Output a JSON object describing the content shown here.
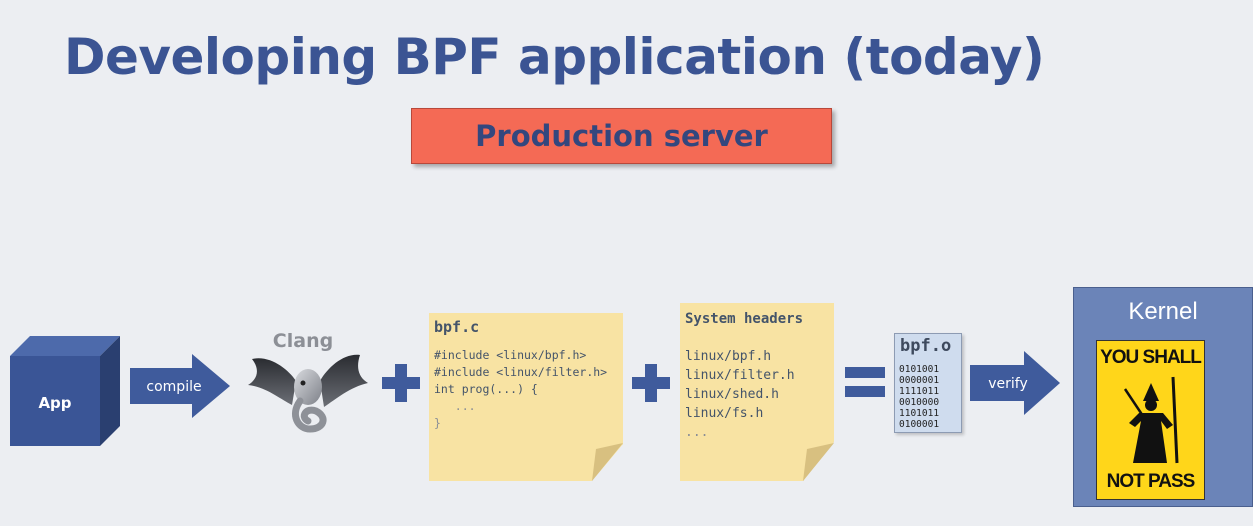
{
  "title": "Developing BPF application (today)",
  "banner": "Production server",
  "app": {
    "label": "App"
  },
  "compile": {
    "label": "compile"
  },
  "clang": {
    "label": "Clang"
  },
  "bpf_c": {
    "title": "bpf.c",
    "lines": [
      "#include <linux/bpf.h>",
      "#include <linux/filter.h>",
      "int prog(...) {",
      "   ...",
      "}"
    ]
  },
  "system_headers": {
    "title": "System headers",
    "lines": [
      "linux/bpf.h",
      "linux/filter.h",
      "linux/shed.h",
      "linux/fs.h",
      "..."
    ]
  },
  "bpf_o": {
    "title": "bpf.o",
    "bits": [
      "0101001",
      "0000001",
      "1111011",
      "0010000",
      "1101011",
      "0100001"
    ]
  },
  "verify": {
    "label": "verify"
  },
  "kernel": {
    "label": "Kernel",
    "poster_top": "YOU SHALL",
    "poster_bottom": "NOT PASS"
  },
  "colors": {
    "title": "#3b5493",
    "banner": "#f46a55",
    "arrow": "#3f5b9c",
    "note": "#f8e3a3",
    "kernel": "#6b84b8",
    "poster": "#ffd61a"
  }
}
